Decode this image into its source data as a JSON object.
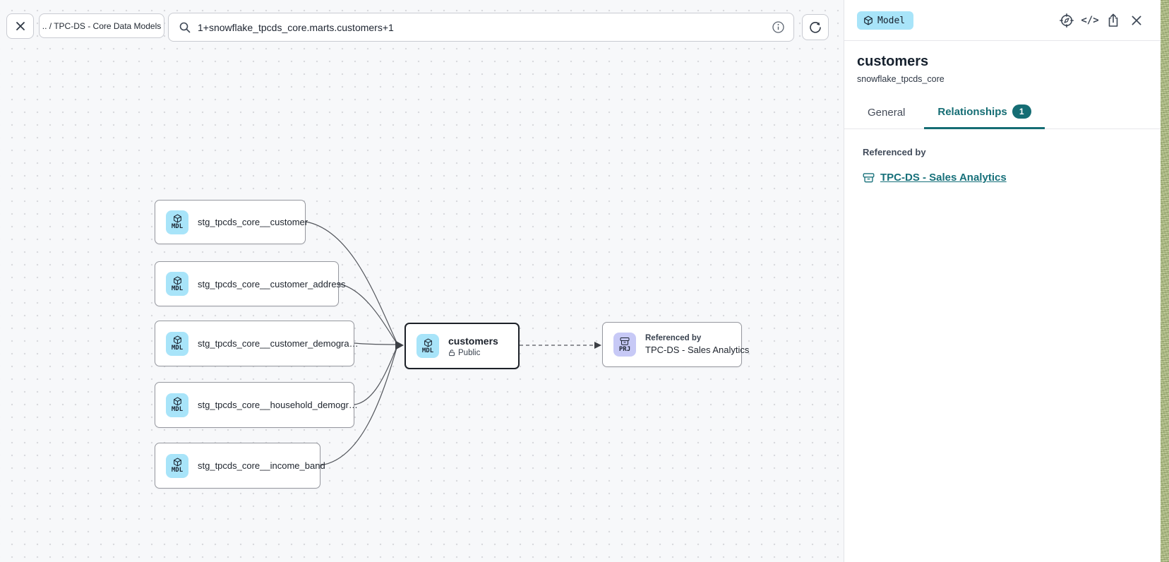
{
  "colors": {
    "accent_teal": "#156d74",
    "badge_blue": "#a8e4f9",
    "badge_lavender": "#c7c9f6"
  },
  "toolbar": {
    "breadcrumb": ".. / TPC-DS - Core Data Models",
    "search_value": "1+snowflake_tpcds_core.marts.customers+1"
  },
  "panel": {
    "type_badge": "Model",
    "title": "customers",
    "subtitle": "snowflake_tpcds_core",
    "tabs": [
      {
        "label": "General"
      },
      {
        "label": "Relationships",
        "badge": "1"
      }
    ],
    "section_heading": "Referenced by",
    "referenced_by_link": "TPC-DS - Sales Analytics"
  },
  "canvas": {
    "upstream_nodes": [
      {
        "badge": "MDL",
        "label": "stg_tpcds_core__customer"
      },
      {
        "badge": "MDL",
        "label": "stg_tpcds_core__customer_address"
      },
      {
        "badge": "MDL",
        "label": "stg_tpcds_core__customer_demogra…"
      },
      {
        "badge": "MDL",
        "label": "stg_tpcds_core__household_demogr…"
      },
      {
        "badge": "MDL",
        "label": "stg_tpcds_core__income_band"
      }
    ],
    "selected_node": {
      "badge": "MDL",
      "label": "customers",
      "access": "Public"
    },
    "downstream_node": {
      "badge": "PRJ",
      "kicker": "Referenced by",
      "label": "TPC-DS - Sales Analytics"
    }
  }
}
